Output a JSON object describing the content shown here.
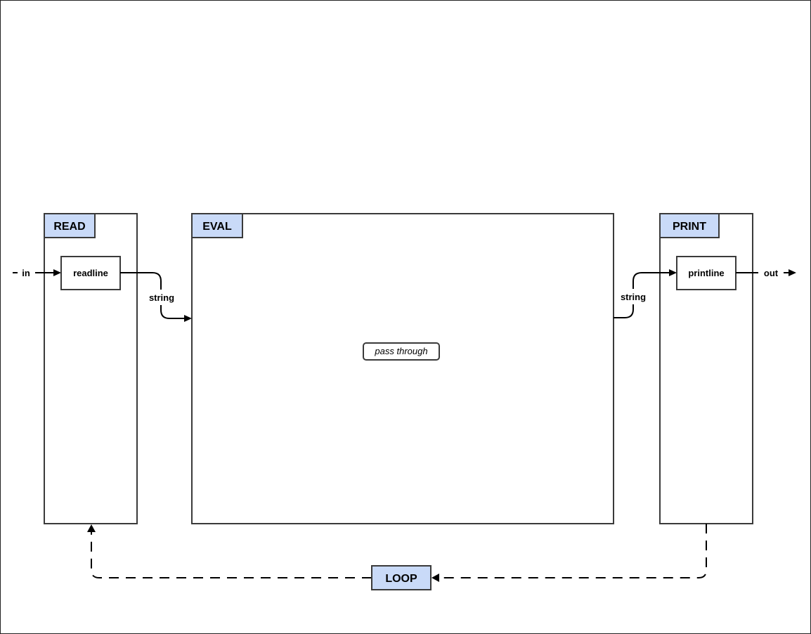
{
  "stages": {
    "read": {
      "title": "READ",
      "node": "readline"
    },
    "eval": {
      "title": "EVAL",
      "note": "pass through"
    },
    "print": {
      "title": "PRINT",
      "node": "printline"
    }
  },
  "edges": {
    "input": "in",
    "read_to_eval": "string",
    "eval_to_print": "string",
    "output": "out"
  },
  "loop": {
    "label": "LOOP"
  },
  "colors": {
    "tab": "#c9daf8",
    "stroke": "#3a3a3a"
  }
}
